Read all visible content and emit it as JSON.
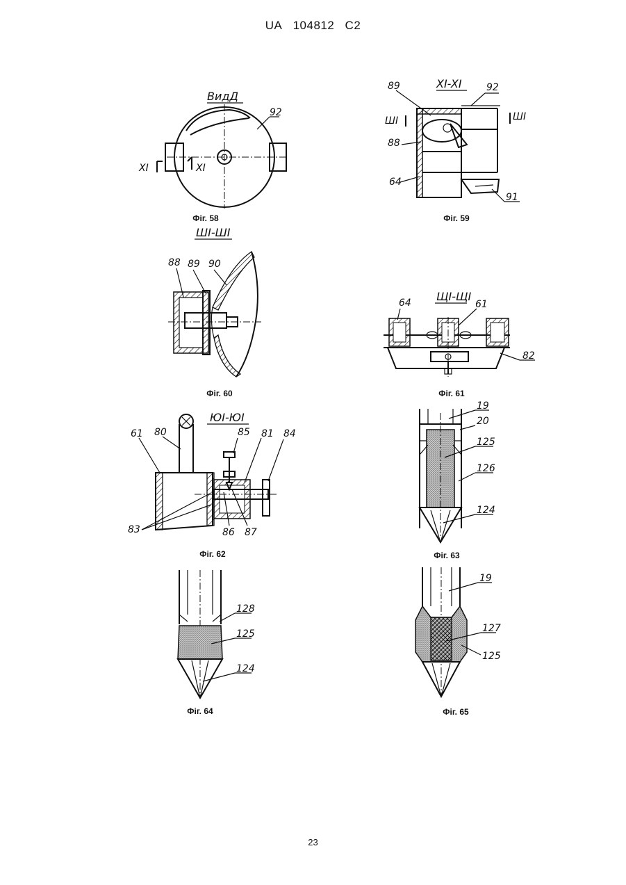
{
  "header": {
    "country": "UA",
    "number": "104812",
    "kind": "C2"
  },
  "page_number": "23",
  "figures": {
    "f58": {
      "caption": "Фіг. 58",
      "title": "ВидД",
      "labels": {
        "l92": "92",
        "xl": "XI",
        "xr": "XI"
      }
    },
    "f59": {
      "caption": "Фіг. 59",
      "title": "XI-XI",
      "labels": {
        "l89": "89",
        "l92": "92",
        "l88": "88",
        "l64": "64",
        "l91": "91",
        "sl": "ШІ",
        "sr": "ШІ"
      }
    },
    "f60": {
      "caption": "Фіг. 60",
      "title": "ШІ-ШІ",
      "labels": {
        "l88": "88",
        "l89": "89",
        "l90": "90"
      }
    },
    "f61": {
      "caption": "Фіг. 61",
      "title": "ЩІ-ЩІ",
      "labels": {
        "l64": "64",
        "l61": "61",
        "l82": "82"
      }
    },
    "f62": {
      "caption": "Фіг. 62",
      "title": "ЮІ-ЮІ",
      "labels": {
        "l61": "61",
        "l80": "80",
        "l85": "85",
        "l81": "81",
        "l84": "84",
        "l83": "83",
        "l86": "86",
        "l87": "87"
      }
    },
    "f63": {
      "caption": "Фіг. 63",
      "labels": {
        "l19": "19",
        "l20": "20",
        "l125": "125",
        "l126": "126",
        "l124": "124"
      }
    },
    "f64": {
      "caption": "Фіг. 64",
      "labels": {
        "l128": "128",
        "l125": "125",
        "l124": "124"
      }
    },
    "f65": {
      "caption": "Фіг. 65",
      "labels": {
        "l19": "19",
        "l127": "127",
        "l125": "125"
      }
    }
  }
}
